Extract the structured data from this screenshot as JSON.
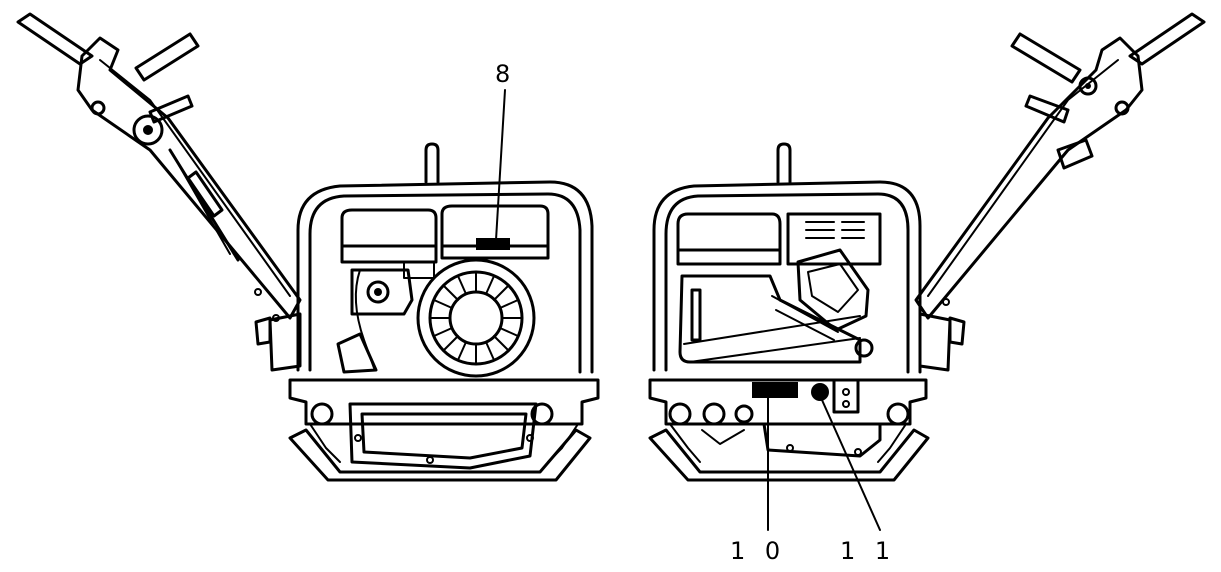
{
  "callouts": [
    {
      "id": "8",
      "label": "8"
    },
    {
      "id": "10",
      "label": "1 0"
    },
    {
      "id": "11",
      "label": "1 1"
    }
  ],
  "views": [
    {
      "side": "left"
    },
    {
      "side": "right"
    }
  ]
}
